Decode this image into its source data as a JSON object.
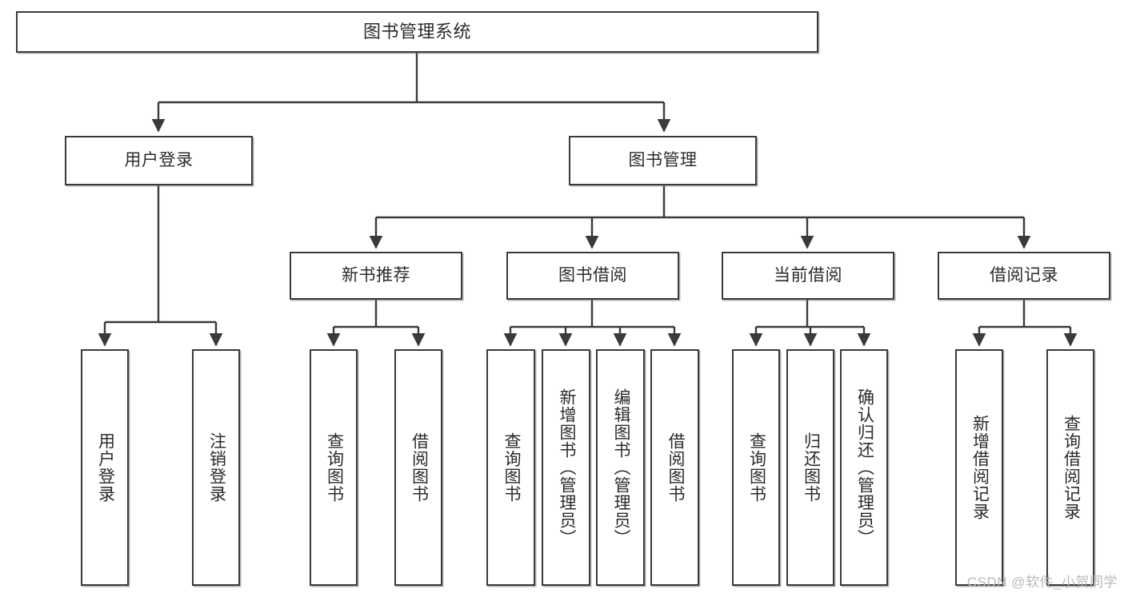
{
  "diagram": {
    "type": "tree",
    "title": "图书管理系统",
    "stroke_color": "#3a3a3a",
    "fill_color": "#ffffff",
    "text_color": "#2b2b2b",
    "root": {
      "label": "图书管理系统"
    },
    "level1": [
      {
        "label": "用户登录"
      },
      {
        "label": "图书管理"
      }
    ],
    "level2": [
      {
        "label": "新书推荐"
      },
      {
        "label": "图书借阅"
      },
      {
        "label": "当前借阅"
      },
      {
        "label": "借阅记录"
      }
    ],
    "leaves": [
      {
        "label": "用户登录"
      },
      {
        "label": "注销登录"
      },
      {
        "label": "查询图书"
      },
      {
        "label": "借阅图书"
      },
      {
        "label": "查询图书"
      },
      {
        "label": "新增图书（管理员）"
      },
      {
        "label": "编辑图书（管理员）"
      },
      {
        "label": "借阅图书"
      },
      {
        "label": "查询图书"
      },
      {
        "label": "归还图书"
      },
      {
        "label": "确认归还（管理员）"
      },
      {
        "label": "新增借阅记录"
      },
      {
        "label": "查询借阅记录"
      }
    ]
  },
  "watermark": {
    "text": "CSDN @软件_小贺同学",
    "color": "#b9b9b9"
  }
}
